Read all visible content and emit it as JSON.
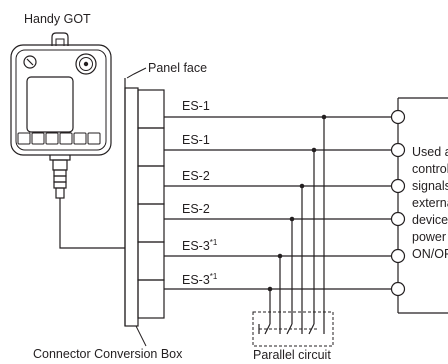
{
  "labels": {
    "handy_got": "Handy GOT",
    "panel_face": "Panel face",
    "connector_box": "Connector Conversion Box",
    "parallel_circuit": "Parallel circuit"
  },
  "signals": [
    {
      "name": "ES-1",
      "note": ""
    },
    {
      "name": "ES-1",
      "note": ""
    },
    {
      "name": "ES-2",
      "note": ""
    },
    {
      "name": "ES-2",
      "note": ""
    },
    {
      "name": "ES-3",
      "note": "*1"
    },
    {
      "name": "ES-3",
      "note": "*1"
    }
  ],
  "external_device_text": [
    "Used as",
    "control",
    "signals of",
    "external",
    "device",
    "power",
    "ON/OFF"
  ]
}
